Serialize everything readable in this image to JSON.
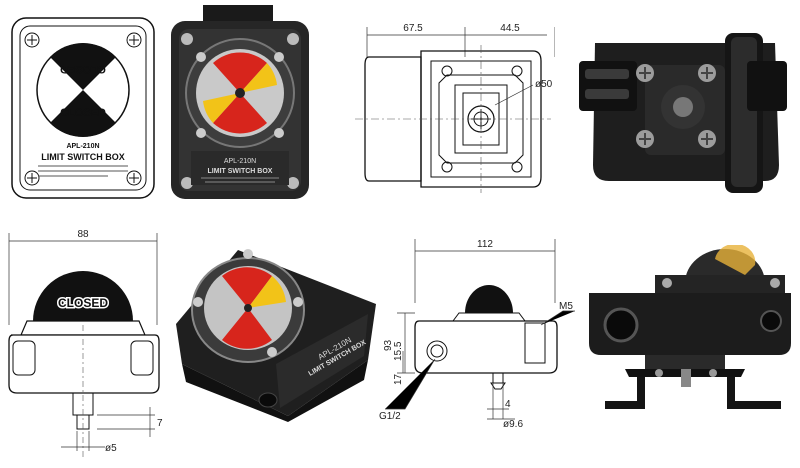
{
  "drawing_front": {
    "closed_top": "CLOSED",
    "closed_bottom": "CLOSED",
    "model": "APL-210N",
    "title": "LIMIT SWITCH BOX"
  },
  "photo_front": {
    "model": "APL-210N",
    "title": "LIMIT SWITCH BOX"
  },
  "drawing_top": {
    "dim_left": "67.5",
    "dim_right": "44.5",
    "dim_diameter": "ø50"
  },
  "drawing_side": {
    "dim_width": "88",
    "closed": "CLOSED",
    "dim_7": "7",
    "dim_5": "ø5"
  },
  "photo_iso": {
    "model": "APL-210N",
    "title": "LIMIT SWITCH BOX"
  },
  "drawing_section": {
    "dim_width": "112",
    "dim_93": "93",
    "dim_17": "17",
    "dim_15_5": "15.5",
    "dim_thread": "M5",
    "dim_port": "G1/2",
    "dim_4": "4",
    "dim_9_6": "ø9.6"
  }
}
